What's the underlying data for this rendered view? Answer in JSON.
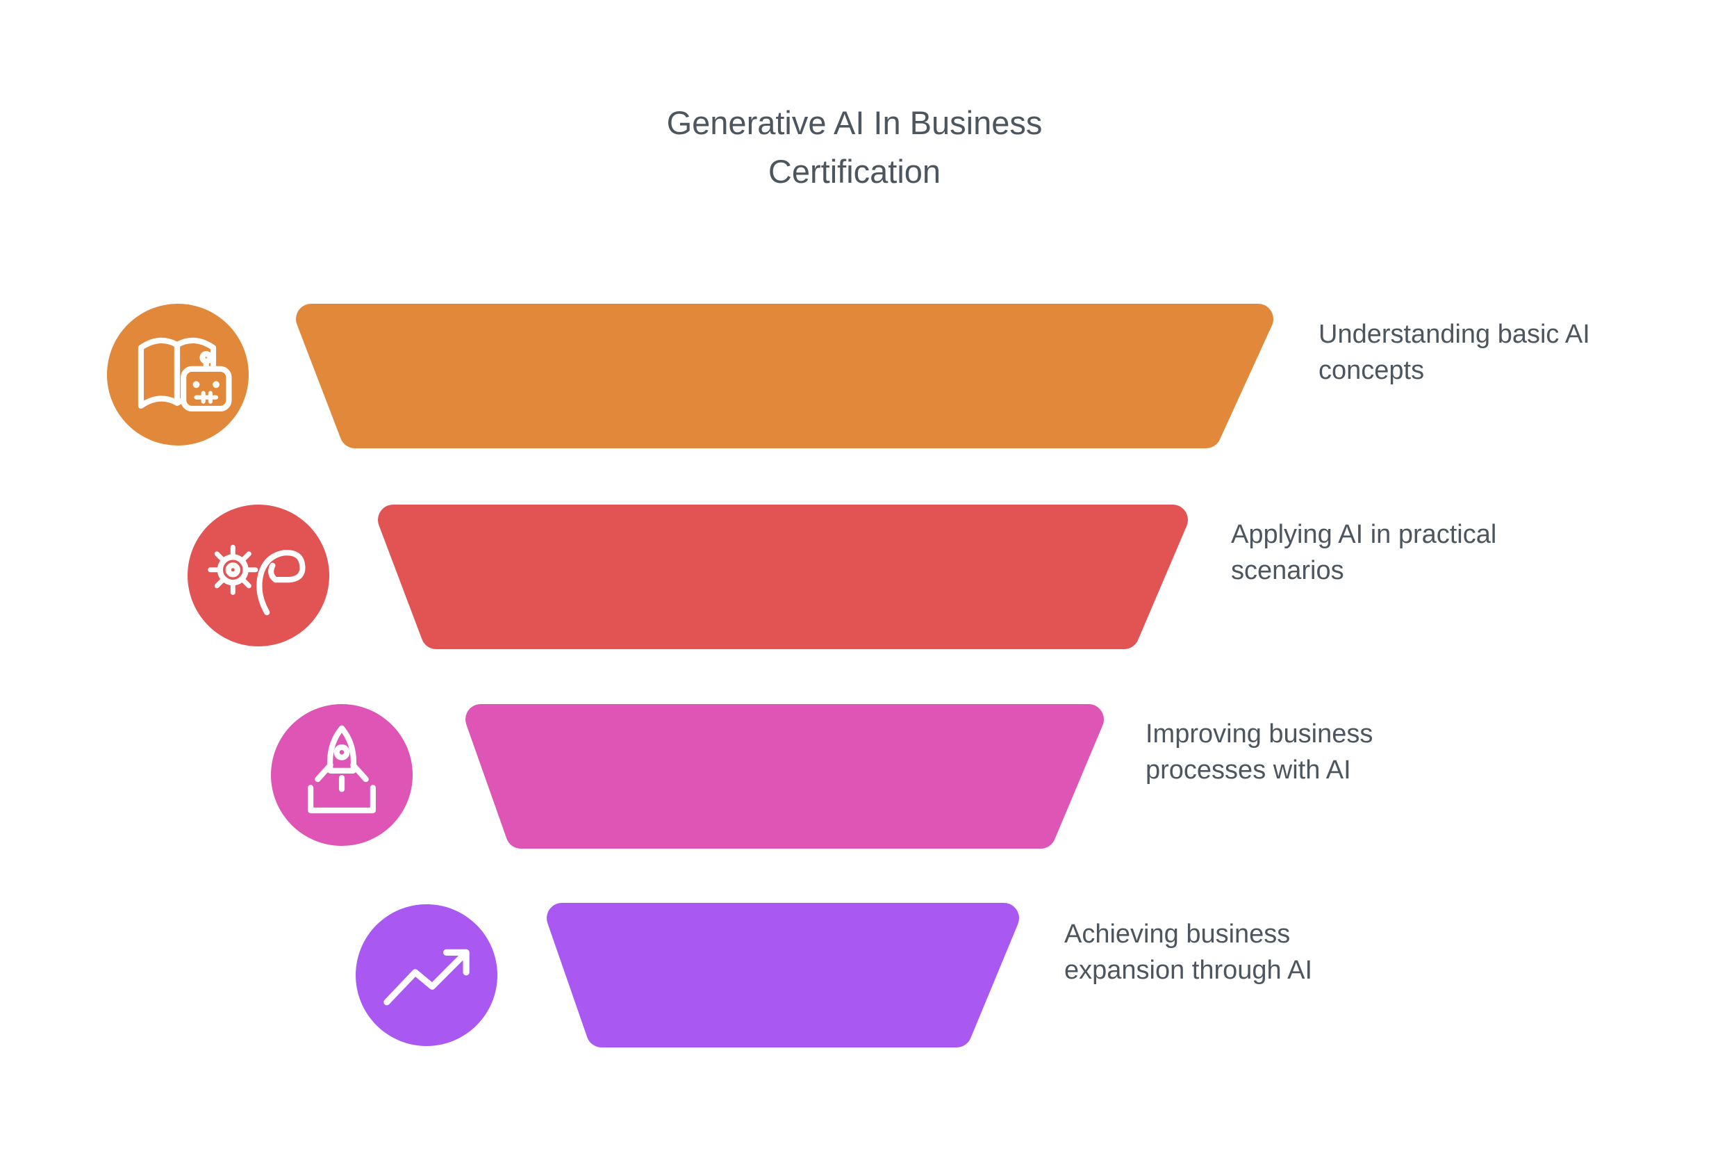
{
  "title": "Generative AI In Business Certification",
  "levels": [
    {
      "label": "Understanding basic AI concepts",
      "lines": [
        "Understanding basic AI",
        "concepts"
      ],
      "color": "#E2883B",
      "icon": "book-robot-icon"
    },
    {
      "label": "Applying AI in practical scenarios",
      "lines": [
        "Applying AI in practical",
        "scenarios"
      ],
      "color": "#E25353",
      "icon": "hand-gear-icon"
    },
    {
      "label": "Improving business processes with AI",
      "lines": [
        "Improving business",
        "processes with AI"
      ],
      "color": "#DE55B6",
      "icon": "rocket-launch-icon"
    },
    {
      "label": "Achieving business expansion through AI",
      "lines": [
        "Achieving business",
        "expansion through AI"
      ],
      "color": "#A958F2",
      "icon": "trend-up-icon"
    }
  ],
  "text_color": "#4d555e"
}
